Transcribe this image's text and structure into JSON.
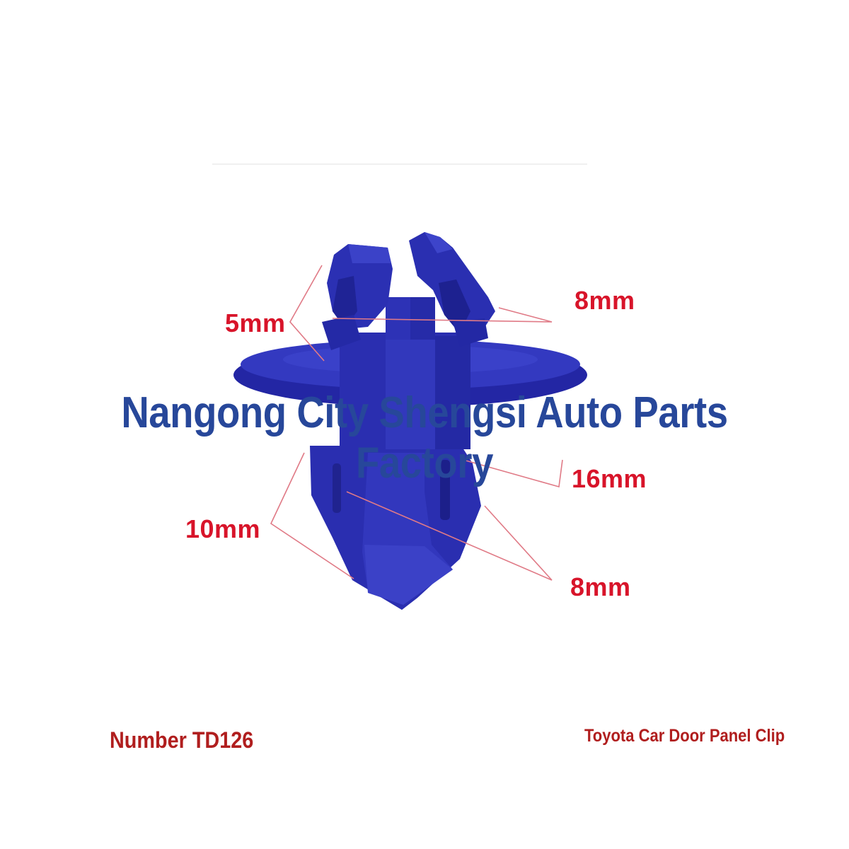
{
  "colors": {
    "clip": "#2b2fb0",
    "clip_dark": "#1e2190",
    "clip_light": "#3b43cc",
    "dimension_text": "#d8142a",
    "leader_line": "#e07a86",
    "watermark": "#27479a",
    "caption": "#b01e1e"
  },
  "dimensions": {
    "top_right": "8mm",
    "top_left": "5mm",
    "middle_right": "16mm",
    "bottom_left": "10mm",
    "bottom_right": "8mm"
  },
  "watermark": "Nangong City Shengsi Auto Parts Factory",
  "part_number": "Number TD126",
  "caption": "Toyota Car Door Panel Clip"
}
